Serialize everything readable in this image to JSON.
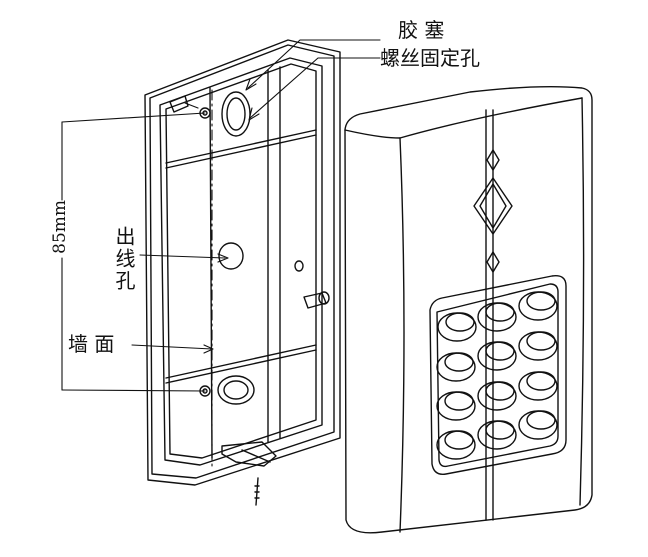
{
  "labels": {
    "rubber_plug": "胶 塞",
    "screw_hole": "螺丝固定孔",
    "cable_hole": "出线孔",
    "wall_surface": "墙 面",
    "dimension": "85mm"
  },
  "colors": {
    "line": "#111111",
    "paper": "#ffffff"
  }
}
